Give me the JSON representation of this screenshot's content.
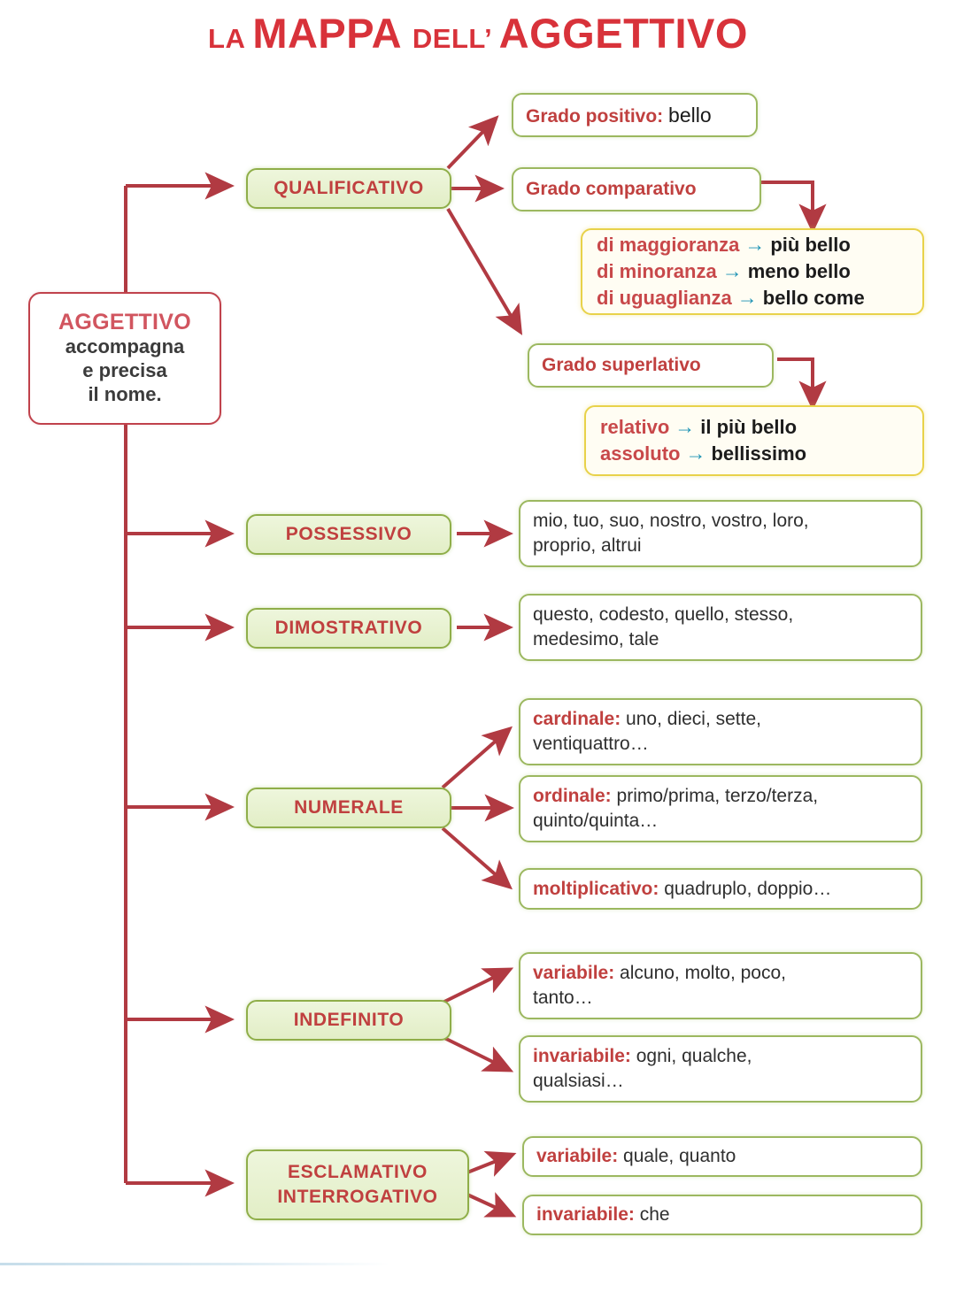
{
  "title": {
    "part1": "LA ",
    "part2": "MAPPA ",
    "part3": "DELL’ ",
    "part4": "AGGETTIVO"
  },
  "root": {
    "heading": "AGGETTIVO",
    "line1": "accompagna",
    "line2": "e precisa",
    "line3": "il nome."
  },
  "categories": {
    "qualificativo": "QUALIFICATIVO",
    "possessivo": "POSSESSIVO",
    "dimostrativo": "DIMOSTRATIVO",
    "numerale": "NUMERALE",
    "indefinito": "INDEFINITO",
    "esclamativo_line1": "ESCLAMATIVO",
    "esclamativo_line2": "INTERROGATIVO"
  },
  "qualificativo": {
    "positivo_key": "Grado positivo:",
    "positivo_val": "bello",
    "comparativo": "Grado comparativo",
    "superlativo": "Grado superlativo",
    "comparativo_rows": [
      {
        "key": "di maggioranza",
        "arrow": "→",
        "val": "più bello"
      },
      {
        "key": "di minoranza",
        "arrow": "→",
        "val": "meno bello"
      },
      {
        "key": "di uguaglianza",
        "arrow": "→",
        "val": "bello come"
      }
    ],
    "superlativo_rows": [
      {
        "key": "relativo",
        "arrow": "→",
        "val": "il più bello"
      },
      {
        "key": "assoluto",
        "arrow": "→",
        "val": "bellissimo"
      }
    ]
  },
  "possessivo": {
    "line1": "mio, tuo, suo, nostro, vostro, loro,",
    "line2": "proprio, altrui"
  },
  "dimostrativo": {
    "line1": "questo, codesto, quello, stesso,",
    "line2": "medesimo, tale"
  },
  "numerale": {
    "cardinale_key": "cardinale:",
    "cardinale_line1": " uno, dieci, sette,",
    "cardinale_line2": "ventiquattro…",
    "ordinale_key": "ordinale:",
    "ordinale_line1": " primo/prima, terzo/terza,",
    "ordinale_line2": "quinto/quinta…",
    "moltiplicativo_key": "moltiplicativo:",
    "moltiplicativo_val": " quadruplo, doppio…"
  },
  "indefinito": {
    "variabile_key": "variabile:",
    "variabile_line1": " alcuno, molto, poco,",
    "variabile_line2": "tanto…",
    "invariabile_key": "invariabile:",
    "invariabile_line1": " ogni, qualche,",
    "invariabile_line2": "qualsiasi…"
  },
  "esclamativo": {
    "variabile_key": "variabile:",
    "variabile_val": " quale, quanto",
    "invariabile_key": "invariabile:",
    "invariabile_val": " che"
  },
  "colors": {
    "title_red": "#d8323a",
    "node_green_border": "#8fae49",
    "node_green_fill": "#e8f2d0",
    "leaf_border": "#9cb860",
    "yellow_border": "#e8d24a",
    "connector_red": "#b13a42",
    "key_red": "#c0403f",
    "arrow_teal": "#1f94b5",
    "root_border": "#c0424c"
  }
}
